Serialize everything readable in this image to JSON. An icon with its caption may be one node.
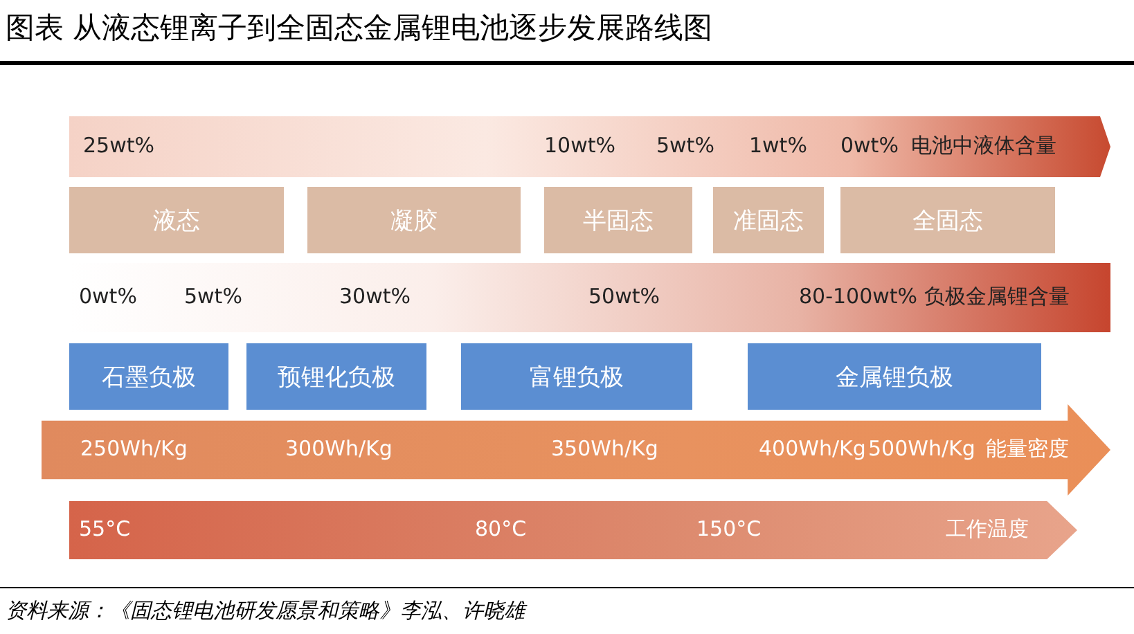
{
  "diagram": {
    "title": "图表 从液态锂离子到全固态金属锂电池逐步发展路线图",
    "caption": "资料来源：《固态锂电池研发愿景和策略》李泓、许晓雄",
    "nodes": [
      {
        "text": [
          "25wt%",
          "10wt%",
          "5wt%",
          "1wt%",
          "0wt%",
          "电池中液体含量"
        ]
      },
      {
        "text": [
          "液态"
        ]
      },
      {
        "text": [
          "凝胶"
        ]
      },
      {
        "text": [
          "半固态"
        ]
      },
      {
        "text": [
          "准固态"
        ]
      },
      {
        "text": [
          "全固态"
        ]
      },
      {
        "text": [
          "0wt%",
          "5wt%",
          "30wt%",
          "50wt%",
          "80-100wt% 负极金属锂含量"
        ]
      },
      {
        "text": [
          "石墨负极"
        ]
      },
      {
        "text": [
          "预锂化负极"
        ]
      },
      {
        "text": [
          "富锂负极"
        ]
      },
      {
        "text": [
          "金属锂负极"
        ]
      },
      {
        "text": [
          "250Wh/Kg",
          "300Wh/Kg",
          "350Wh/Kg",
          "400Wh/Kg",
          "500Wh/Kg",
          "能量密度"
        ]
      },
      {
        "text": [
          "55°C",
          "80°C",
          "150°C",
          "工作温度"
        ]
      }
    ]
  }
}
